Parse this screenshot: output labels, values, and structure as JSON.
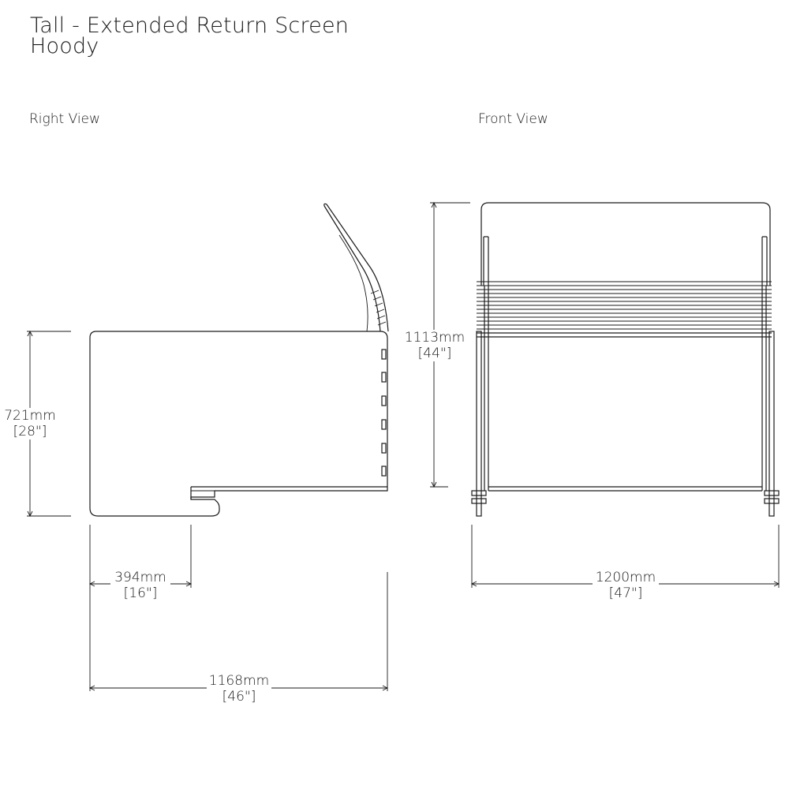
{
  "title": {
    "line1": "Tall - Extended Return Screen",
    "line2": "Hoody"
  },
  "views": {
    "right_label": "Right View",
    "front_label": "Front View"
  },
  "dimensions": {
    "height_side_mm": "721mm",
    "height_side_in": "[28\"]",
    "return_depth_mm": "394mm",
    "return_depth_in": "[16\"]",
    "overall_depth_mm": "1168mm",
    "overall_depth_in": "[46\"]",
    "overall_height_mm": "1113mm",
    "overall_height_in": "[44\"]",
    "overall_width_mm": "1200mm",
    "overall_width_in": "[47\"]"
  },
  "colors": {
    "line": "#1a1a1a",
    "background": "#ffffff"
  }
}
